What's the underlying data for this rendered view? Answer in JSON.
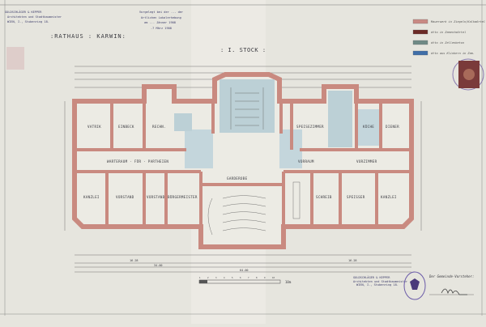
{
  "title": ":RATHAUS : KARWIN:",
  "floor": ": I. STOCK :",
  "architect_stamp": [
    "GOLDSCHLÄGER & KEPPER",
    "Architekten und Stadtbaumeister",
    "WIEN, I., Stubenring 18."
  ],
  "approval_stamp": [
    "Vorgelegt bei der ... der",
    "örtlichen Lokalerhebung",
    "am ... Jänner 1908",
    "-7 März 1908"
  ],
  "legend": [
    {
      "label": "Mauerwerk in Ziegeln/Kalkmörtel",
      "color": "#c98a84"
    },
    {
      "label": "dtto in Zementmörtel",
      "color": "#6b2a26"
    },
    {
      "label": "dtto in Zellenbeton",
      "color": "#6f8a86"
    },
    {
      "label": "dtto aus Klinkern in Zem.",
      "color": "#3f6ea8"
    }
  ],
  "rooms": {
    "top_left": [
      "VATRIK",
      "EINBECK",
      "RECHN."
    ],
    "corridor_left": "WARTERAUM · FÜR · PARTHEIEN",
    "bottom_left": [
      "KANZLEI",
      "VORSTAND",
      "VORSTAND",
      "BÜRGERMEISTER"
    ],
    "center": "GARDEROBE",
    "top_right": [
      "SPEISEZIMMER",
      "KÜCHE",
      "DIENER"
    ],
    "corridor_right": [
      "VORRAUM",
      "VORZIMMER"
    ],
    "bottom_right": [
      "SCHREIB",
      "SPEISSER",
      "KANZLEI"
    ]
  },
  "dimensions": [
    "16.28",
    "34.00",
    "64.00",
    "16.28"
  ],
  "scale_label": "10m",
  "scale_ticks": [
    "1",
    "2",
    "3",
    "4",
    "5",
    "6",
    "7",
    "8",
    "9",
    "10"
  ],
  "signature_block": {
    "firm": "GOLDSCHLÄGER & KEPPER",
    "firm_sub": [
      "Architekten und Stadtbaumeister",
      "WIEN, I., Stubenring 18."
    ],
    "title": "Der Gemeinde-Vorsteher:"
  },
  "colors": {
    "paper": "#e6e5de",
    "wall": "#c98a80",
    "stair": "#bcd0d6"
  }
}
